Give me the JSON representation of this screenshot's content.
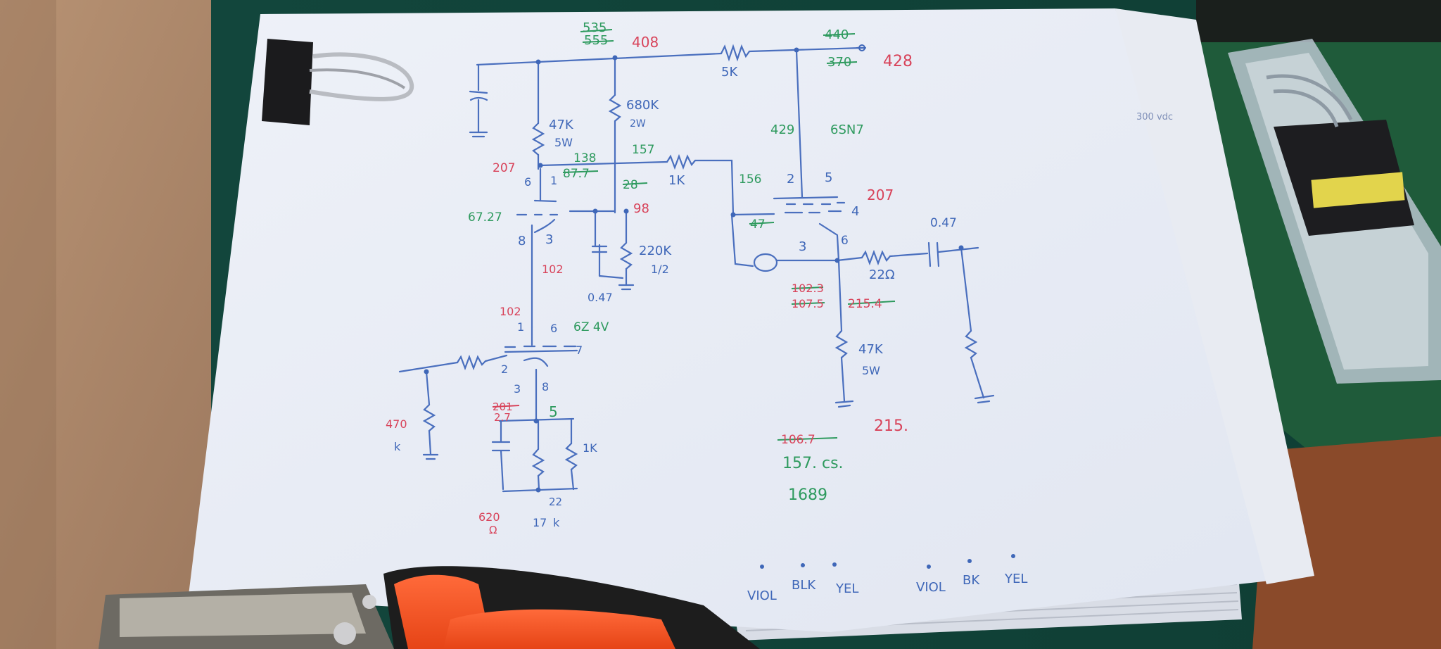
{
  "schematic": {
    "tube_left_top": "6SN7",
    "supply_labels": [
      "408",
      "428",
      "429"
    ],
    "crossed_labels": [
      "535",
      "555",
      "440",
      "370",
      "87.7",
      "28",
      "47",
      "102.3",
      "107.5",
      "215.4",
      "106.7",
      "201"
    ],
    "resistors": {
      "r_5k": "5K",
      "r_47k_top": "47K",
      "r_47k_top_w": "5W",
      "r_680k": "680K",
      "r_680k_w": "2W",
      "r_1k": "1K",
      "r_220k": "220K",
      "r_220k_w": "1/2",
      "r_22": "22Ω",
      "r_47k_bot": "47K",
      "r_47k_bot_w": "5W",
      "r_470": "470",
      "r_470_k": "k",
      "r_1k_cath": "1K"
    },
    "node_values": {
      "v_207_left": "207",
      "v_138": "138",
      "v_157_top": "157",
      "v_156": "156",
      "v_207_right": "207",
      "v_98": "98",
      "v_102_a": "102",
      "v_102_b": "102",
      "v_67": "67.27",
      "v_47": "47",
      "v_215": "215.",
      "v_157cs": "157. cs.",
      "v_1689": "1689",
      "v_27": "2.7",
      "v_5": "5",
      "v_22": "22",
      "v_047": "0.47",
      "v_047_bot": "0.47",
      "v_620": "620",
      "v_620_unit": "Ω",
      "v_17": "17",
      "v_17_unit": "k",
      "v_300vdc": "300 vdc"
    },
    "pins": {
      "p6": "6",
      "p1": "1",
      "p8": "8",
      "p3": "3",
      "p2": "2",
      "p5": "5",
      "p4": "4",
      "p3b": "3",
      "p6b": "6",
      "p1c": "1",
      "p6c": "6",
      "p7c": "7",
      "p2c": "2",
      "p3c": "3",
      "p8c": "8",
      "tube_bottom": "6Z 4V"
    },
    "wire_labels": [
      "VIOL",
      "BLK",
      "YEL",
      "VIOL",
      "BK",
      "YEL"
    ]
  }
}
